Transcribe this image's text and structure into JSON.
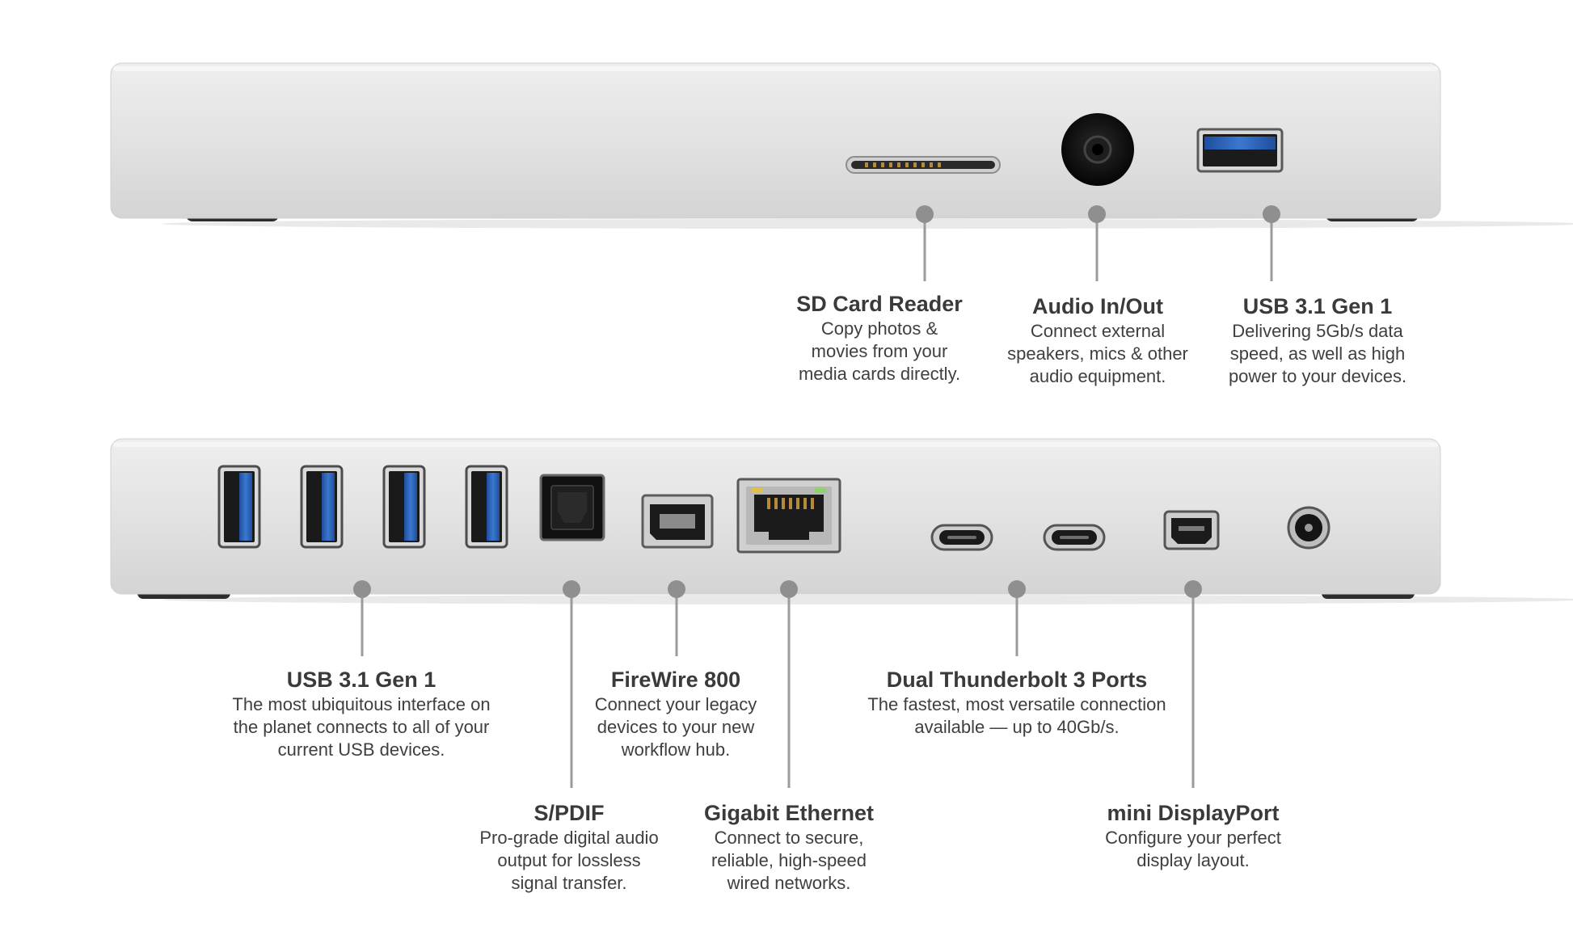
{
  "front_panel": {
    "ports": [
      {
        "id": "sd-card-reader",
        "title": "SD Card Reader",
        "description": [
          "Copy photos &",
          "movies from your",
          "media cards directly."
        ]
      },
      {
        "id": "audio-in-out",
        "title": "Audio In/Out",
        "description": [
          "Connect external",
          "speakers, mics & other",
          "audio equipment."
        ]
      },
      {
        "id": "usb-front",
        "title": "USB 3.1 Gen 1",
        "description": [
          "Delivering 5Gb/s data",
          "speed, as well as high",
          "power to your devices."
        ]
      }
    ]
  },
  "rear_panel": {
    "ports": [
      {
        "id": "usb-rear",
        "title": "USB 3.1 Gen 1",
        "description": [
          "The most ubiquitous interface on",
          "the planet connects to all of your",
          "current USB devices."
        ]
      },
      {
        "id": "spdif",
        "title": "S/PDIF",
        "description": [
          "Pro-grade digital audio",
          "output for lossless",
          "signal transfer."
        ]
      },
      {
        "id": "firewire-800",
        "title": "FireWire 800",
        "description": [
          "Connect your legacy",
          "devices to your new",
          "workflow hub."
        ]
      },
      {
        "id": "gigabit-ethernet",
        "title": "Gigabit Ethernet",
        "description": [
          "Connect to secure,",
          "reliable, high-speed",
          "wired networks."
        ]
      },
      {
        "id": "thunderbolt-3",
        "title": "Dual Thunderbolt 3 Ports",
        "description": [
          "The fastest, most versatile connection",
          "available — up to 40Gb/s."
        ]
      },
      {
        "id": "mini-displayport",
        "title": "mini DisplayPort",
        "description": [
          "Configure your perfect",
          "display layout."
        ]
      }
    ]
  }
}
